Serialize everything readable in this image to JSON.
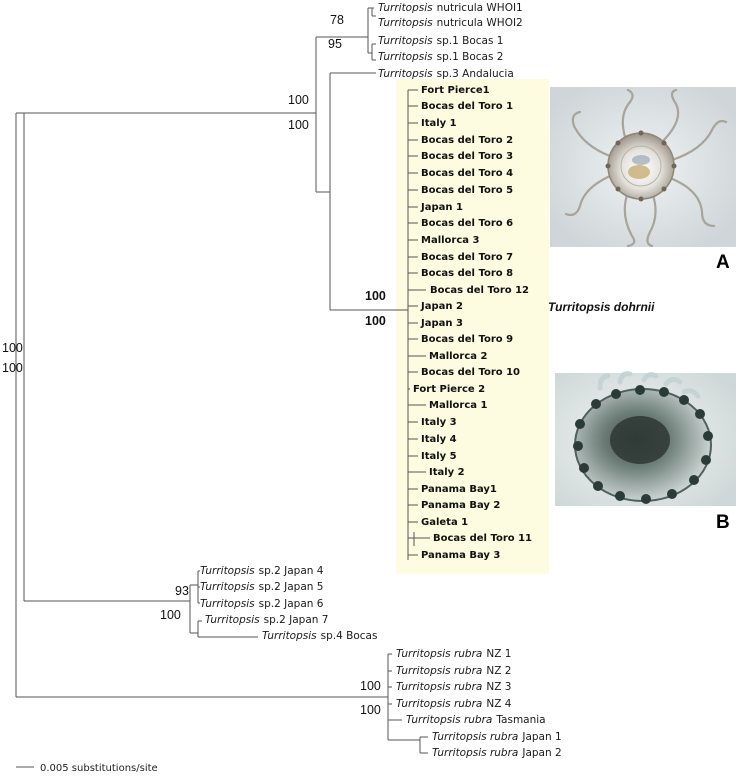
{
  "colors": {
    "highlight": "#fdfbe0",
    "branch": "#555555"
  },
  "tips": [
    {
      "id": "t01",
      "genus": "Turritopsis",
      "rest": "nutricula WHOI1"
    },
    {
      "id": "t02",
      "genus": "Turritopsis",
      "rest": "nutricula WHOI2"
    },
    {
      "id": "t03",
      "genus": "Turritopsis",
      "rest": "sp.1 Bocas 1"
    },
    {
      "id": "t04",
      "genus": "Turritopsis",
      "rest": "sp.1 Bocas 2"
    },
    {
      "id": "t05",
      "genus": "Turritopsis",
      "rest": "sp.3 Andalucia"
    },
    {
      "id": "t06",
      "label": "Fort Pierce1"
    },
    {
      "id": "t07",
      "label": "Bocas del Toro 1"
    },
    {
      "id": "t08",
      "label": "Italy 1"
    },
    {
      "id": "t09",
      "label": "Bocas del Toro 2"
    },
    {
      "id": "t10",
      "label": "Bocas del Toro 3"
    },
    {
      "id": "t11",
      "label": "Bocas del Toro 4"
    },
    {
      "id": "t12",
      "label": "Bocas del Toro 5"
    },
    {
      "id": "t13",
      "label": "Japan 1"
    },
    {
      "id": "t14",
      "label": "Bocas del Toro 6"
    },
    {
      "id": "t15",
      "label": "Mallorca 3"
    },
    {
      "id": "t16",
      "label": "Bocas del Toro 7"
    },
    {
      "id": "t17",
      "label": "Bocas del Toro 8"
    },
    {
      "id": "t18",
      "label": "Bocas del Toro 12"
    },
    {
      "id": "t19",
      "label": "Japan 2"
    },
    {
      "id": "t20",
      "label": "Japan 3"
    },
    {
      "id": "t21",
      "label": "Bocas del Toro 9"
    },
    {
      "id": "t22",
      "label": "Mallorca 2"
    },
    {
      "id": "t23",
      "label": "Bocas del Toro 10"
    },
    {
      "id": "t24",
      "label": "Fort Pierce 2"
    },
    {
      "id": "t25",
      "label": "Mallorca 1"
    },
    {
      "id": "t26",
      "label": "Italy 3"
    },
    {
      "id": "t27",
      "label": "Italy 4"
    },
    {
      "id": "t28",
      "label": "Italy 5"
    },
    {
      "id": "t29",
      "label": "Italy 2"
    },
    {
      "id": "t30",
      "label": "Panama Bay1"
    },
    {
      "id": "t31",
      "label": "Panama Bay 2"
    },
    {
      "id": "t32",
      "label": "Galeta 1"
    },
    {
      "id": "t33",
      "label": "Bocas del Toro 11"
    },
    {
      "id": "t34",
      "label": "Panama Bay 3"
    },
    {
      "id": "t35",
      "genus": "Turritopsis",
      "rest": "sp.2 Japan 4"
    },
    {
      "id": "t36",
      "genus": "Turritopsis",
      "rest": "sp.2 Japan 5"
    },
    {
      "id": "t37",
      "genus": "Turritopsis",
      "rest": "sp.2 Japan 6"
    },
    {
      "id": "t38",
      "genus": "Turritopsis",
      "rest": "sp.2 Japan 7"
    },
    {
      "id": "t39",
      "genus": "Turritopsis",
      "rest": "sp.4 Bocas"
    },
    {
      "id": "t40",
      "genus": "Turritopsis rubra",
      "rest": "NZ 1"
    },
    {
      "id": "t41",
      "genus": "Turritopsis rubra",
      "rest": "NZ 2"
    },
    {
      "id": "t42",
      "genus": "Turritopsis rubra",
      "rest": "NZ 3"
    },
    {
      "id": "t43",
      "genus": "Turritopsis rubra",
      "rest": "NZ 4"
    },
    {
      "id": "t44",
      "genus": "Turritopsis rubra",
      "rest": "Tasmania"
    },
    {
      "id": "t45",
      "genus": "Turritopsis rubra",
      "rest": "Japan 1"
    },
    {
      "id": "t46",
      "genus": "Turritopsis rubra",
      "rest": "Japan 2"
    }
  ],
  "support": [
    {
      "id": "s1",
      "value": "78"
    },
    {
      "id": "s2",
      "value": "95"
    },
    {
      "id": "s3",
      "value": "100"
    },
    {
      "id": "s4",
      "value": "100"
    },
    {
      "id": "s5",
      "value": "100"
    },
    {
      "id": "s6",
      "value": "100"
    },
    {
      "id": "s7",
      "value": "100"
    },
    {
      "id": "s8",
      "value": "100"
    },
    {
      "id": "s9",
      "value": "93"
    },
    {
      "id": "s10",
      "value": "100"
    },
    {
      "id": "s11",
      "value": "100"
    },
    {
      "id": "s12",
      "value": "100"
    }
  ],
  "clade_label": "Turritopsis dohrnii",
  "photos": [
    {
      "id": "A",
      "label": "A",
      "icon": "jellyfish-medusa-photo"
    },
    {
      "id": "B",
      "label": "B",
      "icon": "jellyfish-medusa-closeup-photo"
    }
  ],
  "scale_bar": {
    "label": "0.005 substitutions/site"
  }
}
